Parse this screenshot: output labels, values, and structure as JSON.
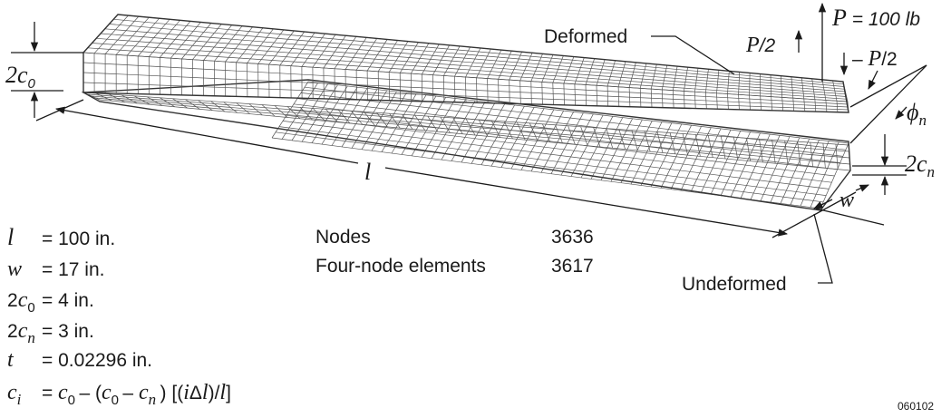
{
  "figure": {
    "labels": {
      "deformed": "Deformed",
      "undeformed": "Undeformed",
      "load": "P",
      "load_value": " = 100 lb",
      "half_load": "P",
      "half_load_div": "/2",
      "neg_half_load_prefix": "– ",
      "neg_half_load": "P",
      "neg_half_load_div": "/2",
      "angle": "ϕ",
      "angle_sub": "n",
      "length": "l",
      "width": "w",
      "root_thickness": "2c",
      "root_thickness_sub": "0",
      "tip_thickness": "2c",
      "tip_thickness_sub": "n"
    },
    "mesh_stats": [
      {
        "label": "Nodes",
        "value": "3636"
      },
      {
        "label": "Four-node elements",
        "value": "3617"
      }
    ],
    "parameters": {
      "l": {
        "sym": "l",
        "text": "= 100 in."
      },
      "w": {
        "sym": "w",
        "text": "= 17 in."
      },
      "c0": {
        "pre": "2",
        "sym": "c",
        "sub": "0",
        "text": "= 4 in."
      },
      "cn": {
        "pre": "2",
        "sym": "c",
        "sub": "n",
        "text": "= 3 in."
      },
      "t": {
        "sym": "t",
        "text": "= 0.02296 in."
      },
      "ci": {
        "sym": "c",
        "sub": "i",
        "eq": "=",
        "c1": "c",
        "c1sub": "0",
        "minus": "– (",
        "c2": "c",
        "c2sub": "0",
        "minus2": " – ",
        "c3": "c",
        "c3sub": "n",
        "close": ") [(",
        "i": "i",
        "delta": "Δ",
        "l1": "l",
        "close2": ")/",
        "l2": "l",
        "close3": "]"
      }
    },
    "figure_id": "060102"
  }
}
